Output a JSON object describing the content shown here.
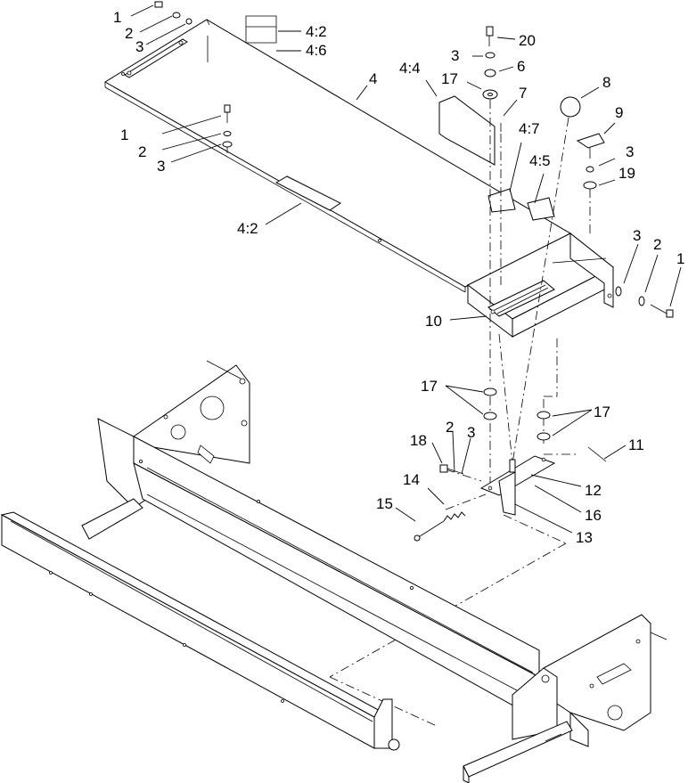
{
  "callouts": [
    {
      "id": "c1a",
      "text": "1"
    },
    {
      "id": "c2a",
      "text": "2"
    },
    {
      "id": "c3a",
      "text": "3"
    },
    {
      "id": "c42a",
      "text": "4:2"
    },
    {
      "id": "c46",
      "text": "4:6"
    },
    {
      "id": "c4",
      "text": "4"
    },
    {
      "id": "c44",
      "text": "4:4"
    },
    {
      "id": "c20",
      "text": "20"
    },
    {
      "id": "c3b",
      "text": "3"
    },
    {
      "id": "c6",
      "text": "6"
    },
    {
      "id": "c17a",
      "text": "17"
    },
    {
      "id": "c7",
      "text": "7"
    },
    {
      "id": "c8",
      "text": "8"
    },
    {
      "id": "c9",
      "text": "9"
    },
    {
      "id": "c47",
      "text": "4:7"
    },
    {
      "id": "c45",
      "text": "4:5"
    },
    {
      "id": "c3c",
      "text": "3"
    },
    {
      "id": "c19",
      "text": "19"
    },
    {
      "id": "c1b",
      "text": "1"
    },
    {
      "id": "c2b",
      "text": "2"
    },
    {
      "id": "c3d",
      "text": "3"
    },
    {
      "id": "c42b",
      "text": "4:2"
    },
    {
      "id": "c3e",
      "text": "3"
    },
    {
      "id": "c2c",
      "text": "2"
    },
    {
      "id": "c1c",
      "text": "1"
    },
    {
      "id": "c10",
      "text": "10"
    },
    {
      "id": "c17b",
      "text": "17"
    },
    {
      "id": "c17c",
      "text": "17"
    },
    {
      "id": "c18",
      "text": "18"
    },
    {
      "id": "c2d",
      "text": "2"
    },
    {
      "id": "c3f",
      "text": "3"
    },
    {
      "id": "c11",
      "text": "11"
    },
    {
      "id": "c14",
      "text": "14"
    },
    {
      "id": "c12",
      "text": "12"
    },
    {
      "id": "c15",
      "text": "15"
    },
    {
      "id": "c16",
      "text": "16"
    },
    {
      "id": "c13",
      "text": "13"
    }
  ]
}
